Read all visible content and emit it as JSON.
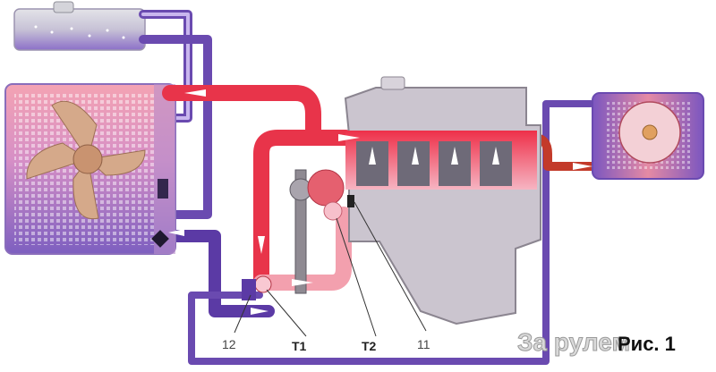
{
  "labels": {
    "l12": "12",
    "t1": "T1",
    "t2": "T2",
    "l11": "11"
  },
  "watermark": "За рулем",
  "figure_label": "Рис. 1",
  "colors": {
    "hot": "#e8344a",
    "hot_light": "#f6a0b0",
    "cold": "#5a3aa0",
    "cold_light": "#b6a6dd",
    "engine": "#c9c3cc",
    "engine_edge": "#8b8590"
  }
}
